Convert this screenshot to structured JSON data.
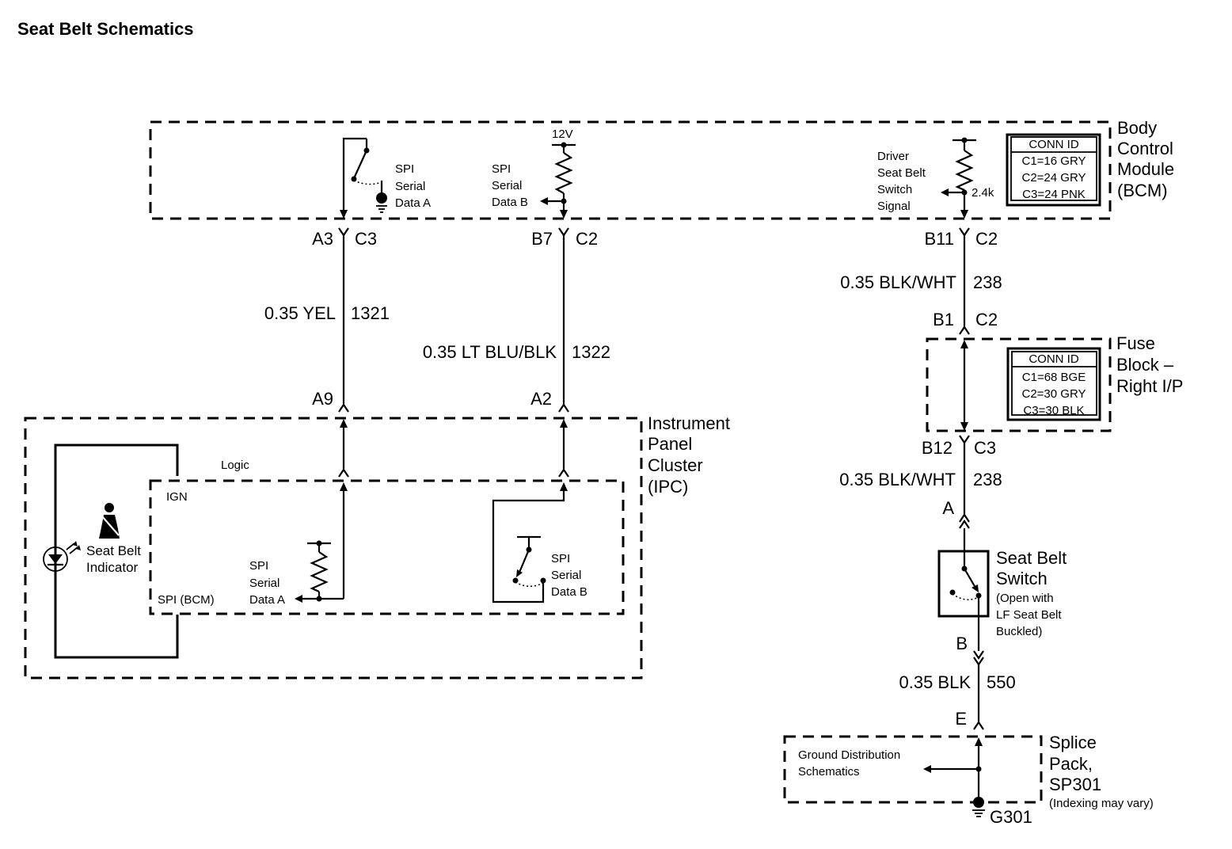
{
  "title": "Seat Belt Schematics",
  "modules": {
    "bcm": {
      "name": [
        "Body",
        "Control",
        "Module",
        "(BCM)"
      ]
    },
    "ipc": {
      "name": [
        "Instrument",
        "Panel",
        "Cluster",
        "(IPC)"
      ]
    },
    "fuse_block": {
      "name": [
        "Fuse",
        "Block –",
        "Right I/P"
      ]
    },
    "splice_pack": {
      "name": [
        "Splice",
        "Pack,",
        "SP301"
      ],
      "note": "(Indexing may vary)"
    }
  },
  "bcm_conn": {
    "header": "CONN ID",
    "rows": [
      "C1=16 GRY",
      "C2=24 GRY",
      "C3=24 PNK"
    ]
  },
  "fuse_conn": {
    "header": "CONN ID",
    "rows": [
      "C1=68 BGE",
      "C2=30 GRY",
      "C3=30 BLK"
    ]
  },
  "bcm_internal": {
    "spi_a": [
      "SPI",
      "Serial",
      "Data A"
    ],
    "spi_b": [
      "SPI",
      "Serial",
      "Data B"
    ],
    "voltage": "12V",
    "driver_switch": [
      "Driver",
      "Seat Belt",
      "Switch",
      "Signal"
    ],
    "resistor": "2.4k"
  },
  "ipc_internal": {
    "logic": "Logic",
    "ign": "IGN",
    "spi_bcm": "SPI (BCM)",
    "indicator": [
      "Seat Belt",
      "Indicator"
    ],
    "spi_a": [
      "SPI",
      "Serial",
      "Data A"
    ],
    "spi_b": [
      "SPI",
      "Serial",
      "Data B"
    ]
  },
  "pins": {
    "a3": "A3",
    "c3_top": "C3",
    "b7": "B7",
    "c2_top": "C2",
    "b11": "B11",
    "c2_b11": "C2",
    "a9": "A9",
    "a2": "A2",
    "b1": "B1",
    "c2_b1": "C2",
    "b12": "B12",
    "c3_b12": "C3",
    "a": "A",
    "b": "B",
    "e": "E"
  },
  "wires": {
    "w1321": {
      "spec": "0.35 YEL",
      "circuit": "1321"
    },
    "w1322": {
      "spec": "0.35 LT BLU/BLK",
      "circuit": "1322"
    },
    "w238_top": {
      "spec": "0.35 BLK/WHT",
      "circuit": "238"
    },
    "w238_bot": {
      "spec": "0.35 BLK/WHT",
      "circuit": "238"
    },
    "w550": {
      "spec": "0.35 BLK",
      "circuit": "550"
    }
  },
  "seat_belt_switch": {
    "name": [
      "Seat Belt",
      "Switch"
    ],
    "note": [
      "(Open with",
      "LF Seat Belt",
      "Buckled)"
    ]
  },
  "ground_dist": [
    "Ground Distribution",
    "Schematics"
  ],
  "ground": "G301"
}
